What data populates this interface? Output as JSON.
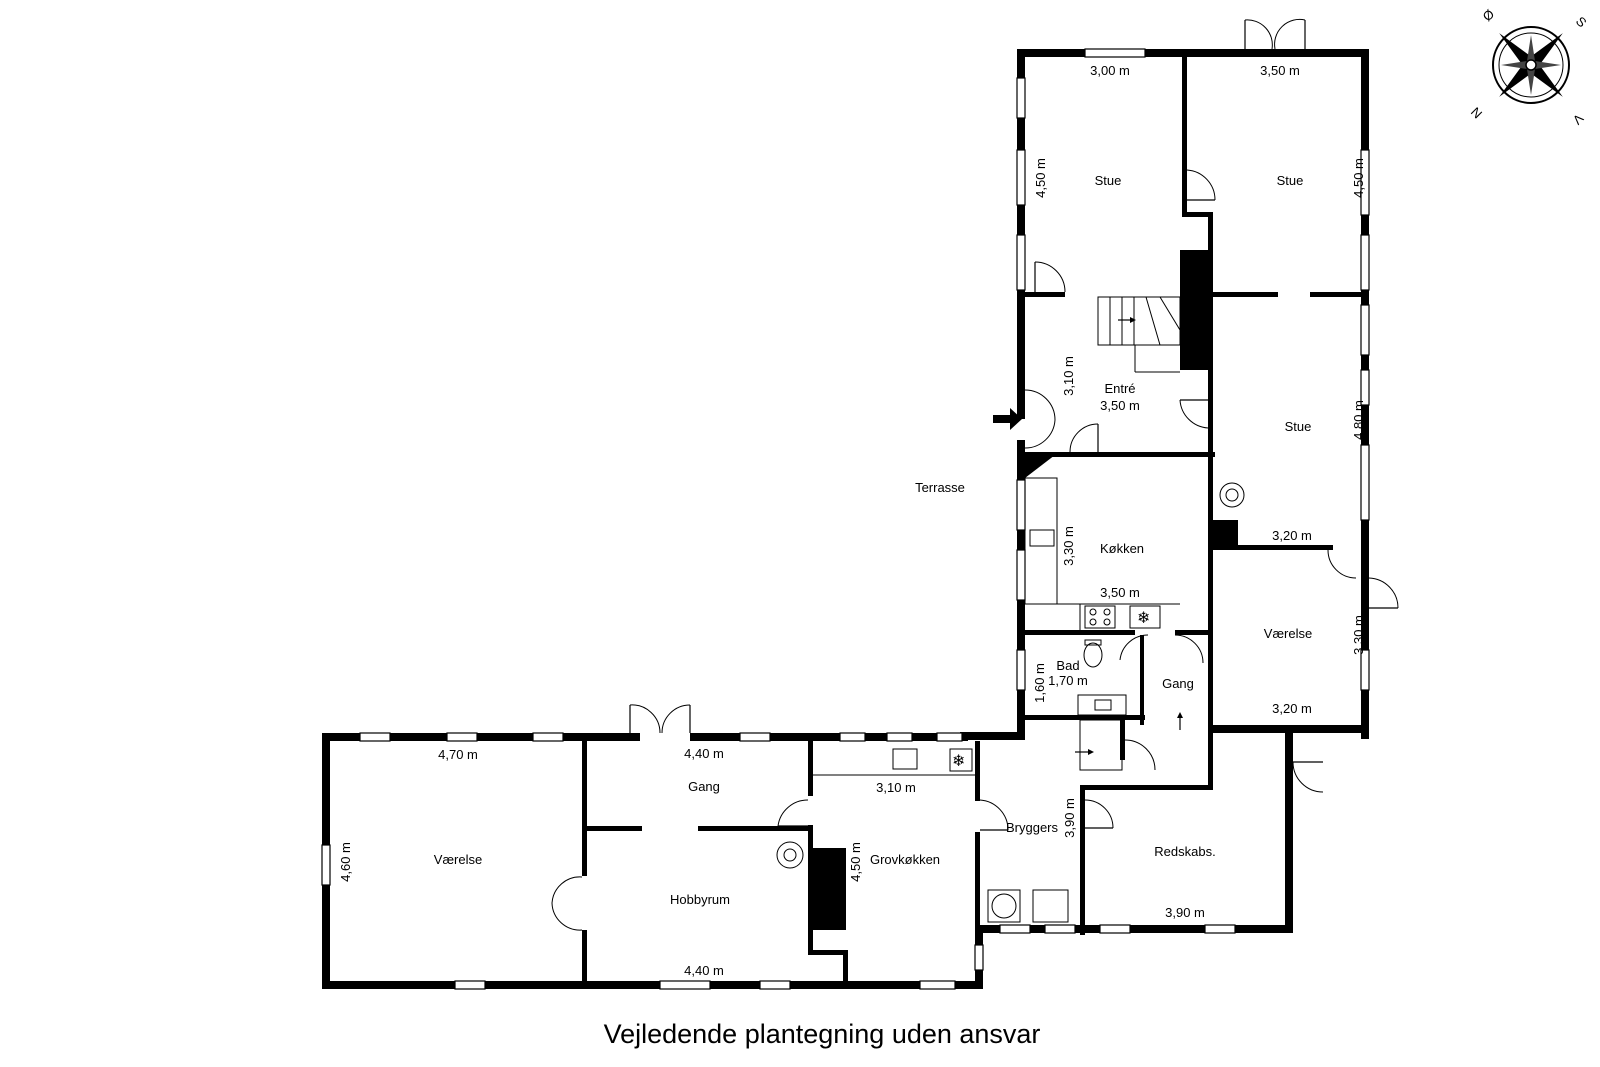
{
  "caption": "Vejledende plantegning uden ansvar",
  "compass": {
    "letters": [
      "Ø",
      "S",
      "N",
      "V"
    ]
  },
  "rooms": [
    {
      "id": "stue-1",
      "name": "Stue",
      "dims": [
        "3,00 m",
        "4,50 m"
      ]
    },
    {
      "id": "stue-2",
      "name": "Stue",
      "dims": [
        "3,50 m",
        "4,50 m"
      ]
    },
    {
      "id": "entre",
      "name": "Entré",
      "dims": [
        "3,50 m",
        "3,10 m"
      ]
    },
    {
      "id": "stue-3",
      "name": "Stue",
      "dims": [
        "4,80 m",
        "3,20 m"
      ]
    },
    {
      "id": "terrasse",
      "name": "Terrasse",
      "dims": []
    },
    {
      "id": "kokken",
      "name": "Køkken",
      "dims": [
        "3,30 m",
        "3,50 m"
      ]
    },
    {
      "id": "vaerelse-1",
      "name": "Værelse",
      "dims": [
        "3,30 m",
        "3,20 m"
      ]
    },
    {
      "id": "bad",
      "name": "Bad",
      "dims": [
        "1,70 m",
        "1,60 m"
      ]
    },
    {
      "id": "gang-1",
      "name": "Gang",
      "dims": []
    },
    {
      "id": "vaerelse-2",
      "name": "Værelse",
      "dims": [
        "4,70 m",
        "4,60 m"
      ]
    },
    {
      "id": "gang-2",
      "name": "Gang",
      "dims": [
        "4,40 m"
      ]
    },
    {
      "id": "hobbyrum",
      "name": "Hobbyrum",
      "dims": [
        "4,40 m"
      ]
    },
    {
      "id": "grovkokken",
      "name": "Grovkøkken",
      "dims": [
        "3,10 m",
        "4,50 m"
      ]
    },
    {
      "id": "bryggers",
      "name": "Bryggers",
      "dims": [
        "3,90 m"
      ]
    },
    {
      "id": "redskabs",
      "name": "Redskabs.",
      "dims": [
        "3,90 m"
      ]
    }
  ]
}
